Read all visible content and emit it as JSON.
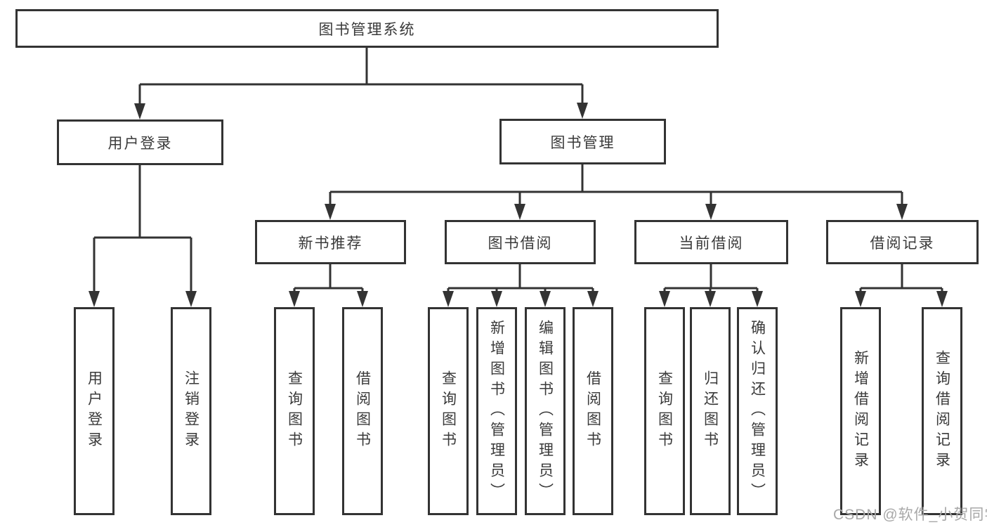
{
  "diagram": {
    "root": {
      "label": "图书管理系统"
    },
    "level2": [
      {
        "label": "用户登录"
      },
      {
        "label": "图书管理"
      }
    ],
    "level3": [
      {
        "label": "新书推荐"
      },
      {
        "label": "图书借阅"
      },
      {
        "label": "当前借阅"
      },
      {
        "label": "借阅记录"
      }
    ],
    "leaves": {
      "user_login": [
        "用户登录",
        "注销登录"
      ],
      "new_book_recommend": [
        "查询图书",
        "借阅图书"
      ],
      "book_borrow": [
        "查询图书",
        "新增图书（管理员）",
        "编辑图书（管理员）",
        "借阅图书"
      ],
      "current_borrow": [
        "查询图书",
        "归还图书",
        "确认归还（管理员）"
      ],
      "borrow_records": [
        "新增借阅记录",
        "查询借阅记录"
      ]
    }
  },
  "watermark": {
    "text": "CSDN @软件_小贺同学"
  },
  "colors": {
    "line": "#333333",
    "text": "#3a3a3a",
    "background": "#ffffff",
    "watermark": "#a8a8a8"
  }
}
